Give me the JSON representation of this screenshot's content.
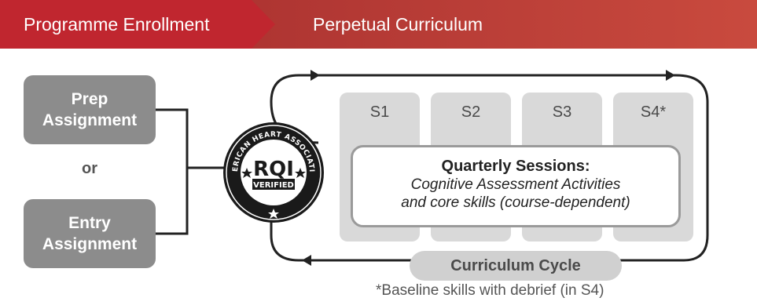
{
  "banner": {
    "step1_label": "Programme Enrollment",
    "step2_label": "Perpetual Curriculum",
    "color_step1": "#c0262f",
    "color_step2": "#b3433c"
  },
  "entry_options": {
    "prep_line1": "Prep",
    "prep_line2": "Assignment",
    "or_label": "or",
    "entry_line1": "Entry",
    "entry_line2": "Assignment"
  },
  "badge": {
    "ring_text": "AMERICAN HEART ASSOCIATION",
    "main_text": "RQI",
    "sub_text": "VERIFIED"
  },
  "sessions": [
    "S1",
    "S2",
    "S3",
    "S4*"
  ],
  "quarterly": {
    "title": "Quarterly Sessions:",
    "line1": "Cognitive Assessment Activities",
    "line2": "and core skills (course-dependent)"
  },
  "cycle_label": "Curriculum Cycle",
  "footnote": "*Baseline skills with debrief (in S4)"
}
